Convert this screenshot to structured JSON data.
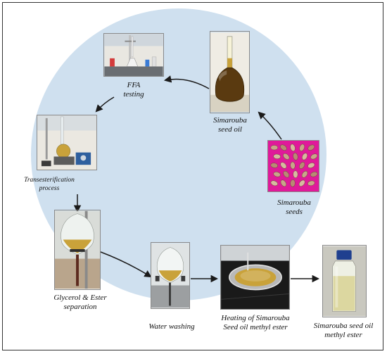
{
  "colors": {
    "circle": "#cfe0ef",
    "arrow": "#1a1a1a",
    "seeds_bg": "#e0199a",
    "oil_dark": "#5a3a10",
    "oil_gold": "#c9a23a",
    "ester_light": "#dcd7a0"
  },
  "steps": {
    "seeds": {
      "line1": "Simarouba",
      "line2": "seeds"
    },
    "seed_oil": {
      "line1": "Simarouba",
      "line2": "seed oil"
    },
    "ffa": {
      "line1": "FFA",
      "line2": "testing"
    },
    "transesterification": {
      "line1": "Transesterification",
      "line2": "process"
    },
    "separation": {
      "line1": "Glycerol & Ester",
      "line2": "separation"
    },
    "washing": {
      "line1": "Water washing"
    },
    "heating": {
      "line1": "Heating of Simarouba",
      "line2": "Seed oil methyl ester"
    },
    "ester": {
      "line1": "Simarouba seed oil",
      "line2": "methyl ester"
    }
  },
  "icons": {
    "seeds": "seeds-photo",
    "seed_oil": "volumetric-flask-photo",
    "ffa": "titration-setup-photo",
    "transesterification": "reactor-stirrer-photo",
    "separation": "separating-funnel-photo",
    "washing": "washing-funnel-photo",
    "heating": "hotplate-pan-photo",
    "ester": "ester-bottle-photo"
  }
}
